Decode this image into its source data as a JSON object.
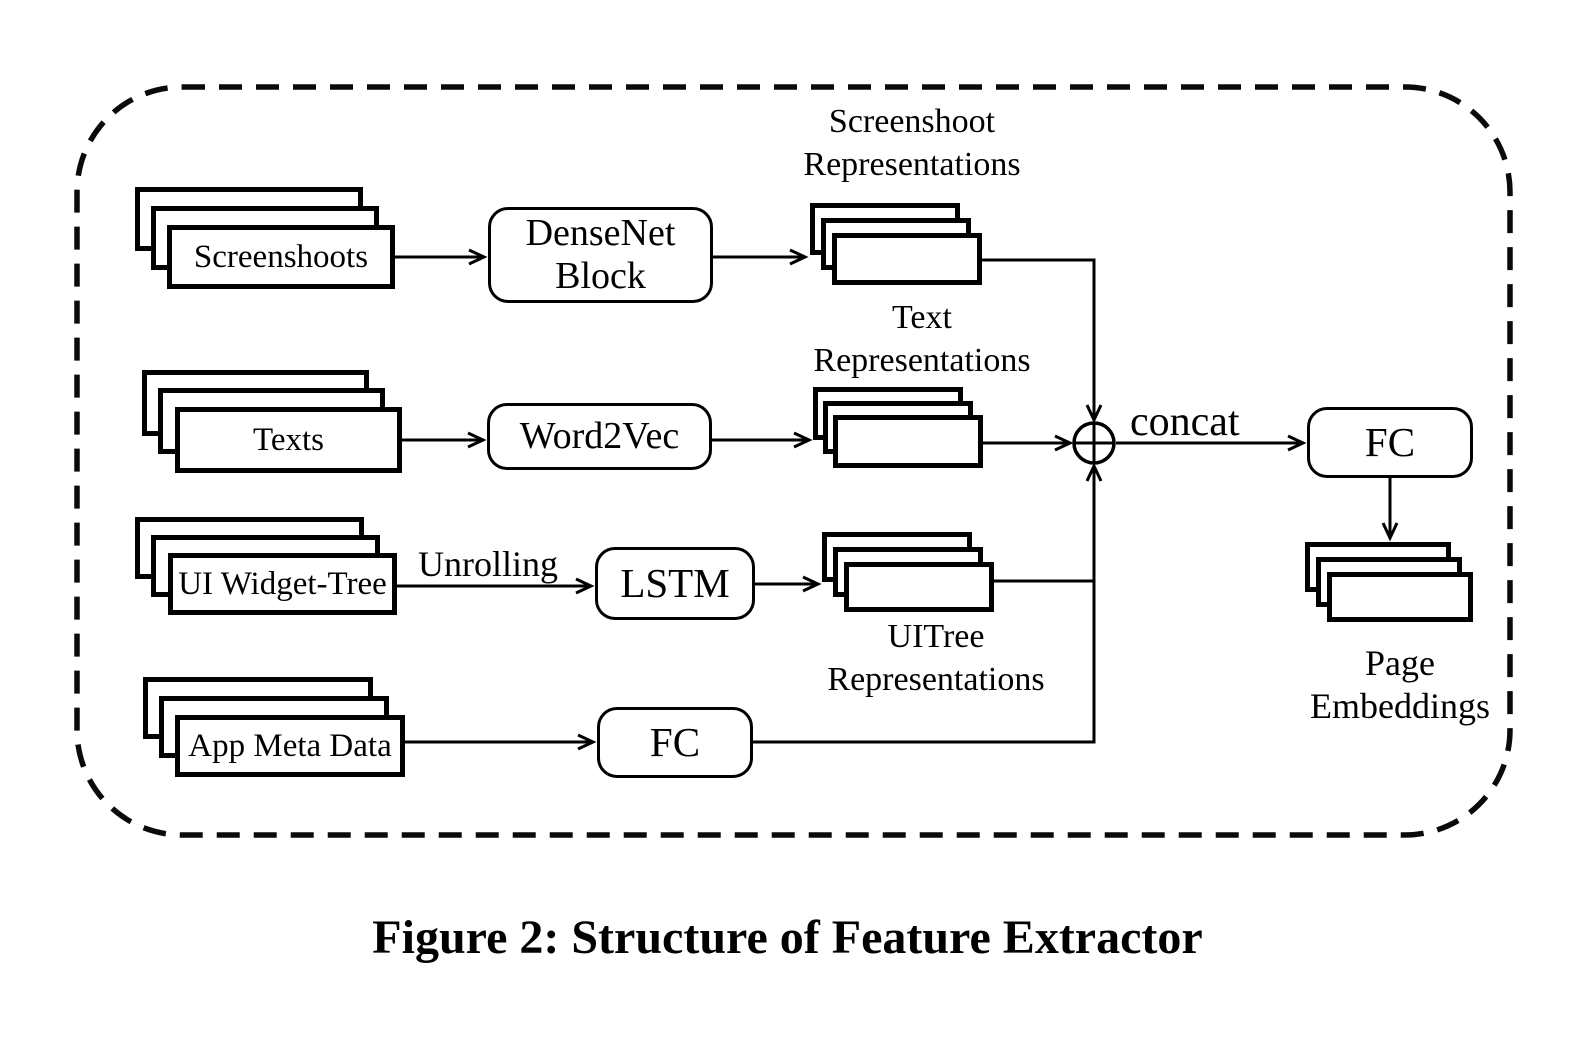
{
  "figure": {
    "caption": "Figure 2: Structure of Feature Extractor"
  },
  "diagram": {
    "input_stacks": {
      "screenshoots": {
        "label": "Screenshoots"
      },
      "texts": {
        "label": "Texts"
      },
      "ui_widget_tree": {
        "label": "UI Widget-Tree"
      },
      "app_meta_data": {
        "label": "App Meta Data"
      }
    },
    "blocks": {
      "densenet": {
        "line1": "DenseNet",
        "line2": "Block"
      },
      "word2vec": {
        "label": "Word2Vec"
      },
      "lstm": {
        "label": "LSTM"
      },
      "fc_meta": {
        "label": "FC"
      },
      "fc_out": {
        "label": "FC"
      }
    },
    "rep_labels": {
      "screenshoot": {
        "line1": "Screenshoot",
        "line2": "Representations"
      },
      "text": {
        "line1": "Text",
        "line2": "Representations"
      },
      "uitree": {
        "line1": "UITree",
        "line2": "Representations"
      },
      "page_embeddings": {
        "line1": "Page",
        "line2": "Embeddings"
      }
    },
    "edge_labels": {
      "unrolling": "Unrolling",
      "concat": "concat"
    },
    "merge_node": {
      "symbol": "circle-plus",
      "meaning": "concatenation"
    },
    "edges": [
      {
        "from": "Screenshoots",
        "to": "DenseNet Block"
      },
      {
        "from": "DenseNet Block",
        "to": "Screenshoot Representations"
      },
      {
        "from": "Screenshoot Representations",
        "to": "concat-node"
      },
      {
        "from": "Texts",
        "to": "Word2Vec"
      },
      {
        "from": "Word2Vec",
        "to": "Text Representations"
      },
      {
        "from": "Text Representations",
        "to": "concat-node"
      },
      {
        "from": "UI Widget-Tree",
        "to": "LSTM",
        "label": "Unrolling"
      },
      {
        "from": "LSTM",
        "to": "UITree Representations"
      },
      {
        "from": "UITree Representations",
        "to": "concat-node"
      },
      {
        "from": "App Meta Data",
        "to": "FC"
      },
      {
        "from": "FC",
        "to": "concat-node"
      },
      {
        "from": "concat-node",
        "to": "FC",
        "label": "concat"
      },
      {
        "from": "FC",
        "to": "Page Embeddings"
      }
    ],
    "colors": {
      "stroke": "#000000",
      "background": "#ffffff"
    }
  }
}
